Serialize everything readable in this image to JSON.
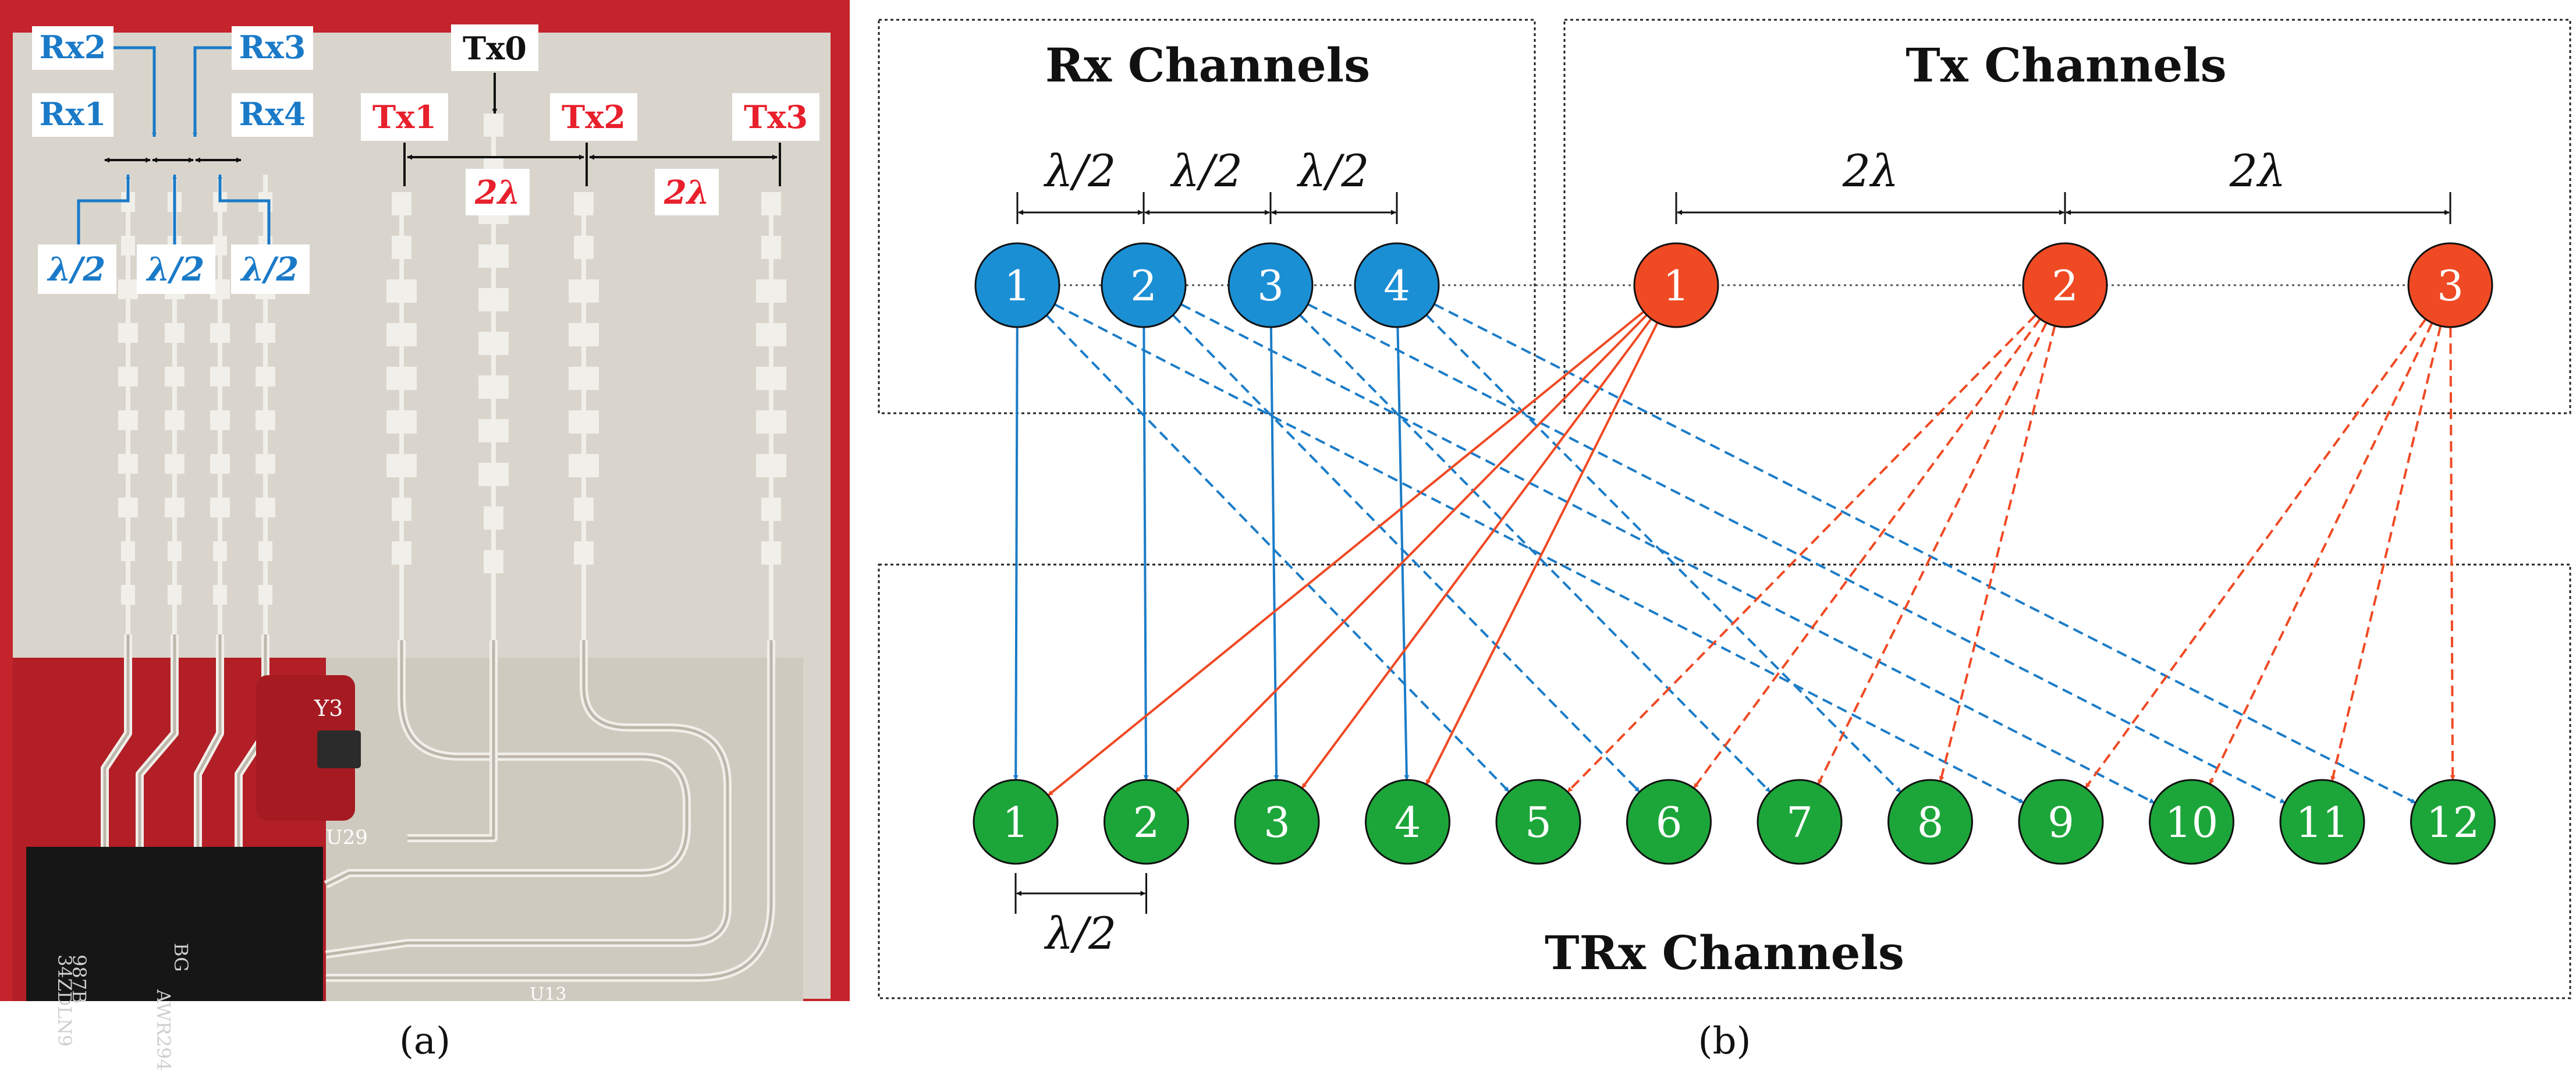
{
  "photo": {
    "rx_top_labels": [
      "Rx2",
      "Rx3"
    ],
    "rx_bottom_labels": [
      "Rx1",
      "Rx4"
    ],
    "tx0_label": "Tx0",
    "tx_labels": [
      "Tx1",
      "Tx2",
      "Tx3"
    ],
    "tx_spacing": [
      "2λ",
      "2λ"
    ],
    "rx_spacing": [
      "λ/2",
      "λ/2",
      "λ/2"
    ],
    "chip_texts": [
      "Y3",
      "U29",
      "U13",
      "34ZDLN9",
      "987B",
      "AWR294",
      "BG"
    ],
    "colors": {
      "pcb_red": "#c4242c",
      "substrate": "#d9d5cc",
      "copper": "#f1efe9",
      "rx_label": "#1a7ac8",
      "tx_label": "#e8202c",
      "chip": "#161616"
    }
  },
  "diagram": {
    "rx_title": "Rx Channels",
    "tx_title": "Tx Channels",
    "trx_title": "TRx Channels",
    "rx_nodes": [
      "1",
      "2",
      "3",
      "4"
    ],
    "tx_nodes": [
      "1",
      "2",
      "3"
    ],
    "trx_nodes": [
      "1",
      "2",
      "3",
      "4",
      "5",
      "6",
      "7",
      "8",
      "9",
      "10",
      "11",
      "12"
    ],
    "rx_spacing": [
      "λ/2",
      "λ/2",
      "λ/2"
    ],
    "tx_spacing": [
      "2λ",
      "2λ"
    ],
    "trx_spacing": "λ/2",
    "colors": {
      "rx": "#1b8fd4",
      "tx": "#ef4a24",
      "trx": "#1ca63a",
      "rx_line": "#1b7cc7",
      "tx_line": "#ef4a24"
    }
  },
  "captions": {
    "a": "(a)",
    "b": "(b)"
  }
}
